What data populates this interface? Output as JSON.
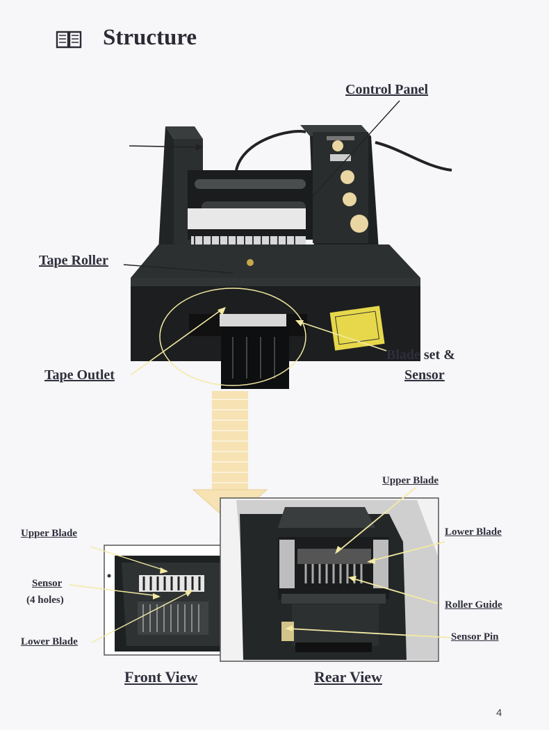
{
  "title": "Structure",
  "labels": {
    "control_panel": "Control Panel",
    "tape_roller": "Tape Roller",
    "tape_outlet": "Tape Outlet",
    "blade_set_line1": "Blade set &",
    "blade_set_line2": "Sensor",
    "front_upper_blade": "Upper Blade",
    "front_sensor": "Sensor",
    "front_sensor_holes": "(4 holes)",
    "front_lower_blade": "Lower Blade",
    "rear_upper_blade": "Upper Blade",
    "rear_lower_blade": "Lower Blade",
    "rear_roller_guide": "Roller Guide",
    "rear_sensor_pin": "Sensor Pin"
  },
  "captions": {
    "front": "Front View",
    "rear": "Rear View"
  },
  "page_number": "4",
  "icons": {
    "title_icon": "open-book-icon"
  },
  "colors": {
    "callout_line": "#f3eaa4",
    "arrow_fill": "#f6e2b3",
    "device_body": "#1e2122"
  }
}
